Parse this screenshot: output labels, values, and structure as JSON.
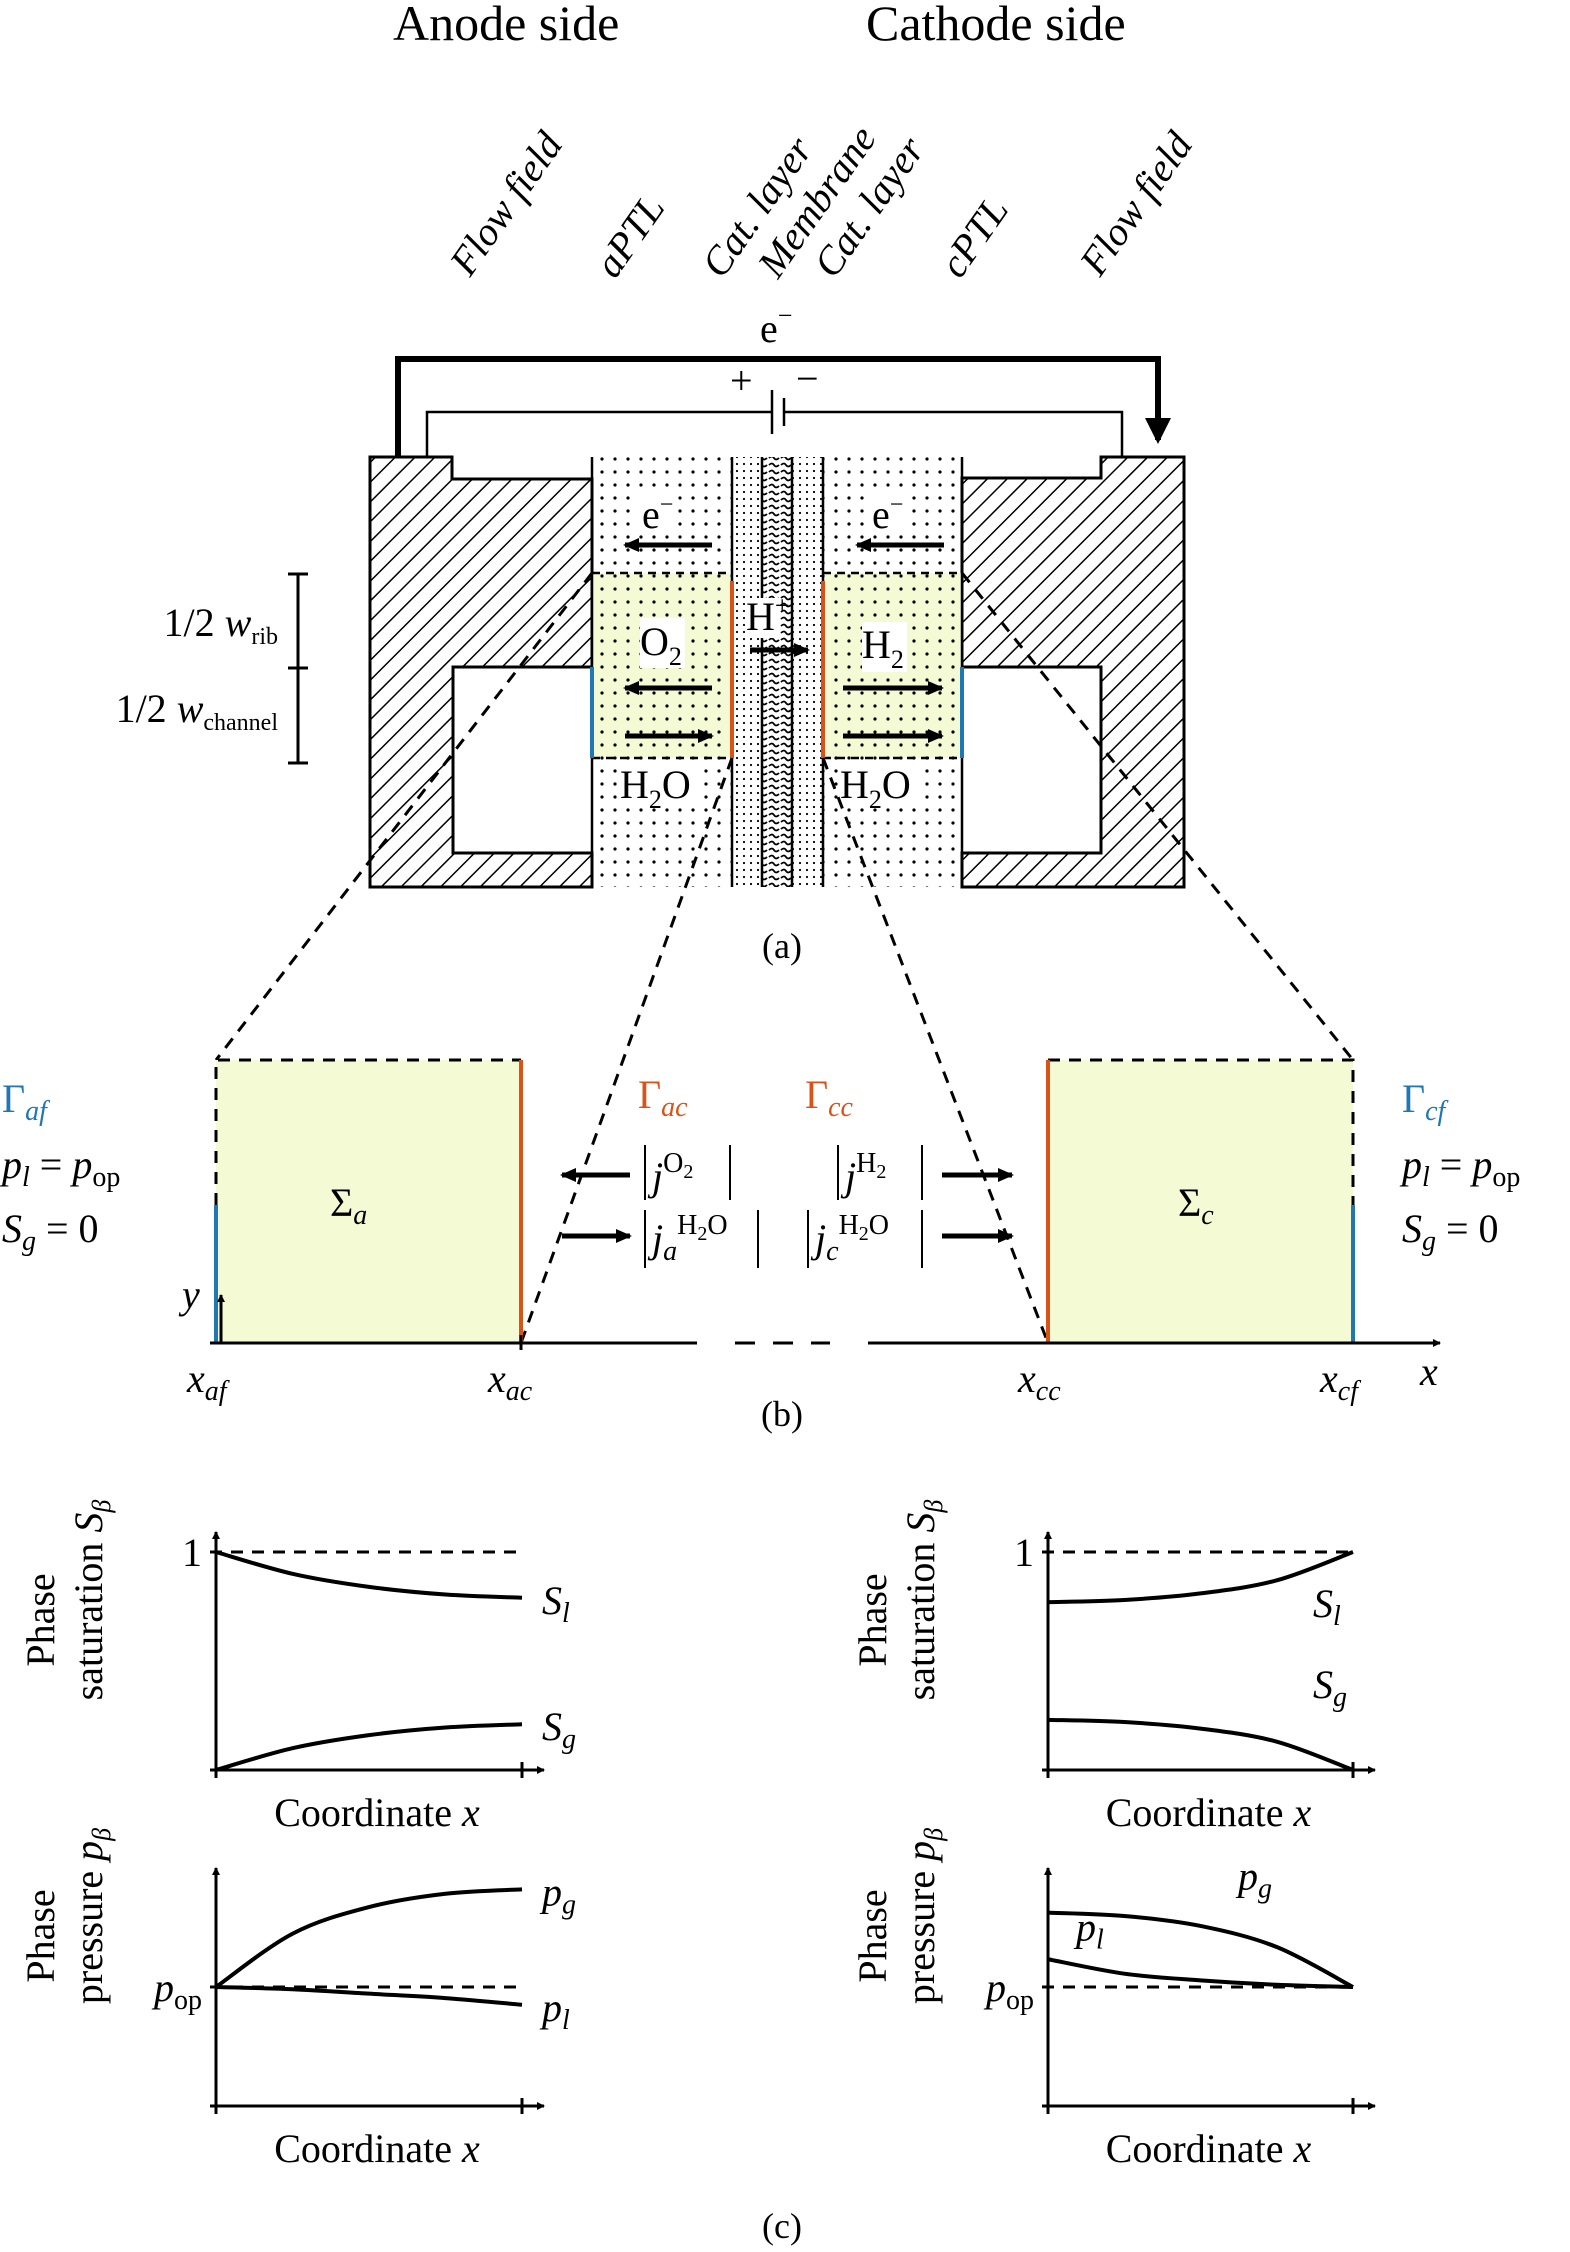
{
  "header": {
    "anode": "Anode side",
    "cathode": "Cathode side"
  },
  "layers": [
    "Flow field",
    "aPTL",
    "Cat. layer",
    "Membrane",
    "Cat. layer",
    "cPTL",
    "Flow field"
  ],
  "circuit": {
    "electron": "e",
    "minus": "−",
    "plus": "+",
    "battery_minus": "−"
  },
  "cell": {
    "e_left": "e",
    "e_right": "e",
    "proton": "H",
    "proton_sup": "+",
    "o2": "O",
    "o2_sub": "2",
    "h2": "H",
    "h2_sub": "2",
    "h2o": "H",
    "h2o_sub": "2",
    "h2o_tail": "O"
  },
  "dims": {
    "rib_frac": "1/2",
    "rib": "w",
    "rib_sub": "rib",
    "channel_frac": "1/2",
    "channel": "w",
    "channel_sub": "channel"
  },
  "colors": {
    "anode_boundary": "#1f77b4",
    "catalyst_boundary": "#d95319",
    "domain_fill": "#f4fad4"
  },
  "panel_a": "(a)",
  "panel_b": {
    "label": "(b)",
    "gamma_af": "Γ",
    "gamma_af_sub": "af",
    "gamma_ac": "Γ",
    "gamma_ac_sub": "ac",
    "gamma_cc": "Γ",
    "gamma_cc_sub": "cc",
    "gamma_cf": "Γ",
    "gamma_cf_sub": "cf",
    "bc_pressure": "p",
    "bc_pressure_sub": "l",
    "bc_eq": " = ",
    "bc_pop": "p",
    "bc_pop_sub": "op",
    "bc_sat": "S",
    "bc_sat_sub": "g",
    "bc_sat_eq": " = 0",
    "sigma_a": "Σ",
    "sigma_a_sub": "a",
    "sigma_c": "Σ",
    "sigma_c_sub": "c",
    "flux_o2": "|j^O2|",
    "flux_h2o_a": "|j_a^H2O|",
    "flux_h2": "|j^H2|",
    "flux_h2o_c": "|j_c^H2O|",
    "x_af": "x",
    "x_af_sub": "af",
    "x_ac": "x",
    "x_ac_sub": "ac",
    "x_cc": "x",
    "x_cc_sub": "cc",
    "x_cf": "x",
    "x_cf_sub": "cf",
    "x_axis": "x",
    "y_axis": "y"
  },
  "panel_c": "(c)",
  "chart_data": [
    {
      "type": "line",
      "title": "",
      "side": "anode",
      "ylabel": "Phase saturation S_β",
      "xlabel": "Coordinate x",
      "ytick": "1",
      "ylim": [
        0,
        1.1
      ],
      "xlim": [
        0,
        1
      ],
      "reference": {
        "label": "1",
        "value": 1.0,
        "style": "dashed"
      },
      "series": [
        {
          "name": "S_l",
          "x": [
            0,
            0.25,
            0.5,
            0.75,
            1
          ],
          "y": [
            1.0,
            0.9,
            0.84,
            0.805,
            0.79
          ]
        },
        {
          "name": "S_g",
          "x": [
            0,
            0.25,
            0.5,
            0.75,
            1
          ],
          "y": [
            0.0,
            0.1,
            0.16,
            0.195,
            0.21
          ]
        }
      ]
    },
    {
      "type": "line",
      "title": "",
      "side": "anode",
      "ylabel": "Phase pressure p_β",
      "xlabel": "Coordinate x",
      "ytick": "p_op",
      "ylim": [
        -1,
        1.4
      ],
      "xlim": [
        0,
        1
      ],
      "reference": {
        "label": "p_op",
        "value": 0,
        "style": "dashed"
      },
      "series": [
        {
          "name": "p_g",
          "x": [
            0,
            0.25,
            0.5,
            0.75,
            1
          ],
          "y": [
            0,
            0.48,
            0.72,
            0.84,
            0.88
          ]
        },
        {
          "name": "p_l",
          "x": [
            0,
            0.25,
            0.5,
            0.75,
            1
          ],
          "y": [
            0,
            -0.02,
            -0.06,
            -0.1,
            -0.16
          ]
        }
      ]
    },
    {
      "type": "line",
      "title": "",
      "side": "cathode",
      "ylabel": "Phase saturation S_β",
      "xlabel": "Coordinate x",
      "ytick": "1",
      "ylim": [
        0,
        1.1
      ],
      "xlim": [
        0,
        1
      ],
      "reference": {
        "label": "1",
        "value": 1.0,
        "style": "dashed"
      },
      "series": [
        {
          "name": "S_l",
          "x": [
            0,
            0.25,
            0.5,
            0.75,
            1
          ],
          "y": [
            0.77,
            0.78,
            0.81,
            0.87,
            1.0
          ]
        },
        {
          "name": "S_g",
          "x": [
            0,
            0.25,
            0.5,
            0.75,
            1
          ],
          "y": [
            0.23,
            0.22,
            0.19,
            0.13,
            0.0
          ]
        }
      ]
    },
    {
      "type": "line",
      "title": "",
      "side": "cathode",
      "ylabel": "Phase pressure p_β",
      "xlabel": "Coordinate x",
      "ytick": "p_op",
      "ylim": [
        -1,
        1.4
      ],
      "xlim": [
        0,
        1
      ],
      "reference": {
        "label": "p_op",
        "value": 0,
        "style": "dashed"
      },
      "series": [
        {
          "name": "p_g",
          "x": [
            0,
            0.25,
            0.5,
            0.75,
            1
          ],
          "y": [
            0.67,
            0.64,
            0.55,
            0.36,
            0
          ]
        },
        {
          "name": "p_l",
          "x": [
            0,
            0.25,
            0.5,
            0.75,
            1
          ],
          "y": [
            0.25,
            0.12,
            0.06,
            0.02,
            0
          ]
        }
      ]
    }
  ]
}
